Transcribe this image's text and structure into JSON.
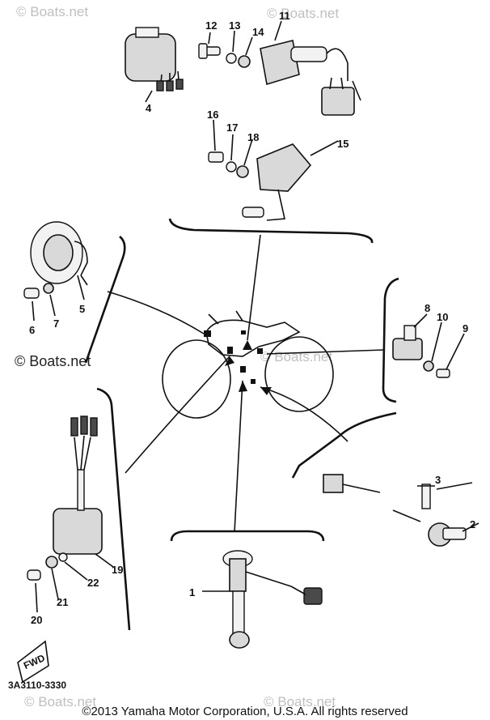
{
  "watermarks": {
    "top_left": "© Boats.net",
    "top_right": "© Boats.net",
    "middle_left": "© Boats.net",
    "middle_right": "© Boats.net",
    "bottom_left": "© Boats.net",
    "bottom_right": "© Boats.net"
  },
  "callouts": {
    "c1": "1",
    "c2": "2",
    "c3": "3",
    "c4": "4",
    "c5": "5",
    "c6": "6",
    "c7": "7",
    "c8": "8",
    "c9": "9",
    "c10": "10",
    "c11": "11",
    "c12": "12",
    "c13": "13",
    "c14": "14",
    "c15": "15",
    "c16": "16",
    "c17": "17",
    "c18": "18",
    "c19": "19",
    "c20": "20",
    "c21": "21",
    "c22": "22"
  },
  "fwd_mark": "FWD",
  "diagram_code": "3A3110-3330",
  "copyright": "©2013 Yamaha Motor Corporation, U.S.A. All rights reserved"
}
